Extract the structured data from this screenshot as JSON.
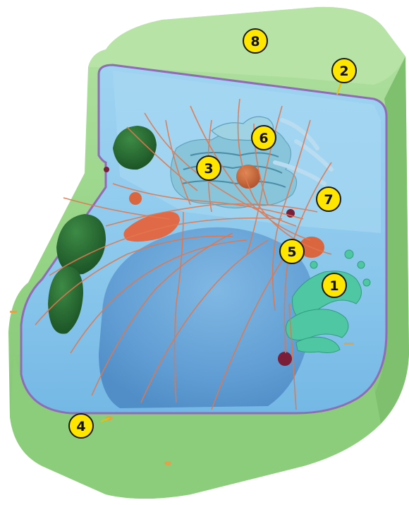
{
  "colors": {
    "wall_light": "#a9dc98",
    "wall_mid": "#8fcf7f",
    "wall_dark": "#72b763",
    "cytoplasm_light": "#cfeaf8",
    "cytoplasm": "#8ecbee",
    "cytoplasm_deep": "#5ea9de",
    "membrane": "#8f6bb8",
    "vacuole": "#4f8fcf",
    "chloroplast": "#1e5e2a",
    "chloroplast_light": "#3a8a43",
    "filament": "#e0774f",
    "golgi": "#4fc7a3",
    "er": "#89c6da",
    "mitochondrion": "#e26a4a",
    "nucleolus": "#c65b35",
    "vesicle": "#7a1e3a",
    "label_fill": "#ffe600",
    "label_stroke": "#1a1a1a",
    "pointer": "#e6c200"
  },
  "labels": [
    {
      "id": "label-1",
      "number": "1"
    },
    {
      "id": "label-2",
      "number": "2"
    },
    {
      "id": "label-3",
      "number": "3"
    },
    {
      "id": "label-4",
      "number": "4"
    },
    {
      "id": "label-5",
      "number": "5"
    },
    {
      "id": "label-6",
      "number": "6"
    },
    {
      "id": "label-7",
      "number": "7"
    },
    {
      "id": "label-8",
      "number": "8"
    }
  ]
}
